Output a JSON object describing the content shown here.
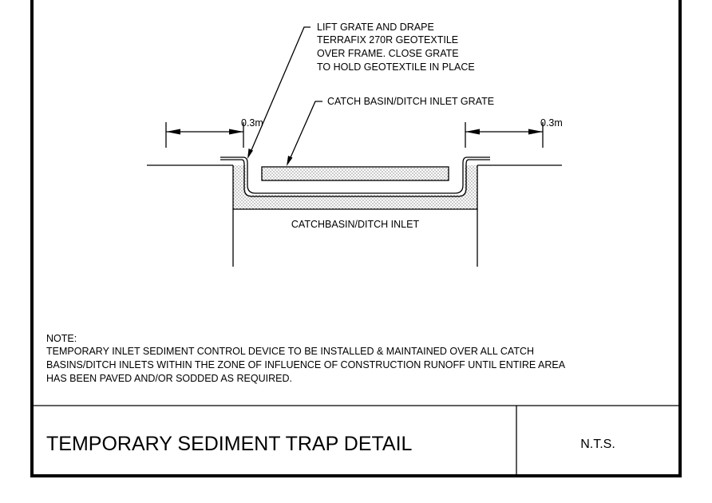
{
  "callouts": {
    "geotextile": [
      "LIFT GRATE AND DRAPE",
      "TERRAFIX 270R GEOTEXTILE",
      "OVER FRAME. CLOSE GRATE",
      "TO HOLD GEOTEXTILE IN PLACE"
    ],
    "grate": "CATCH BASIN/DITCH INLET GRATE",
    "inlet": "CATCHBASIN/DITCH INLET"
  },
  "dimensions": {
    "left": "0.3m",
    "right": "0.3m"
  },
  "note": {
    "heading": "NOTE:",
    "lines": [
      "TEMPORARY INLET SEDIMENT CONTROL DEVICE TO BE INSTALLED & MAINTAINED OVER ALL CATCH",
      "BASINS/DITCH INLETS WITHIN THE ZONE OF INFLUENCE OF CONSTRUCTION  RUNOFF UNTIL ENTIRE AREA",
      "HAS BEEN PAVED AND/OR SODDED AS REQUIRED."
    ]
  },
  "title_block": {
    "title": "TEMPORARY SEDIMENT TRAP DETAIL",
    "scale": "N.T.S."
  }
}
